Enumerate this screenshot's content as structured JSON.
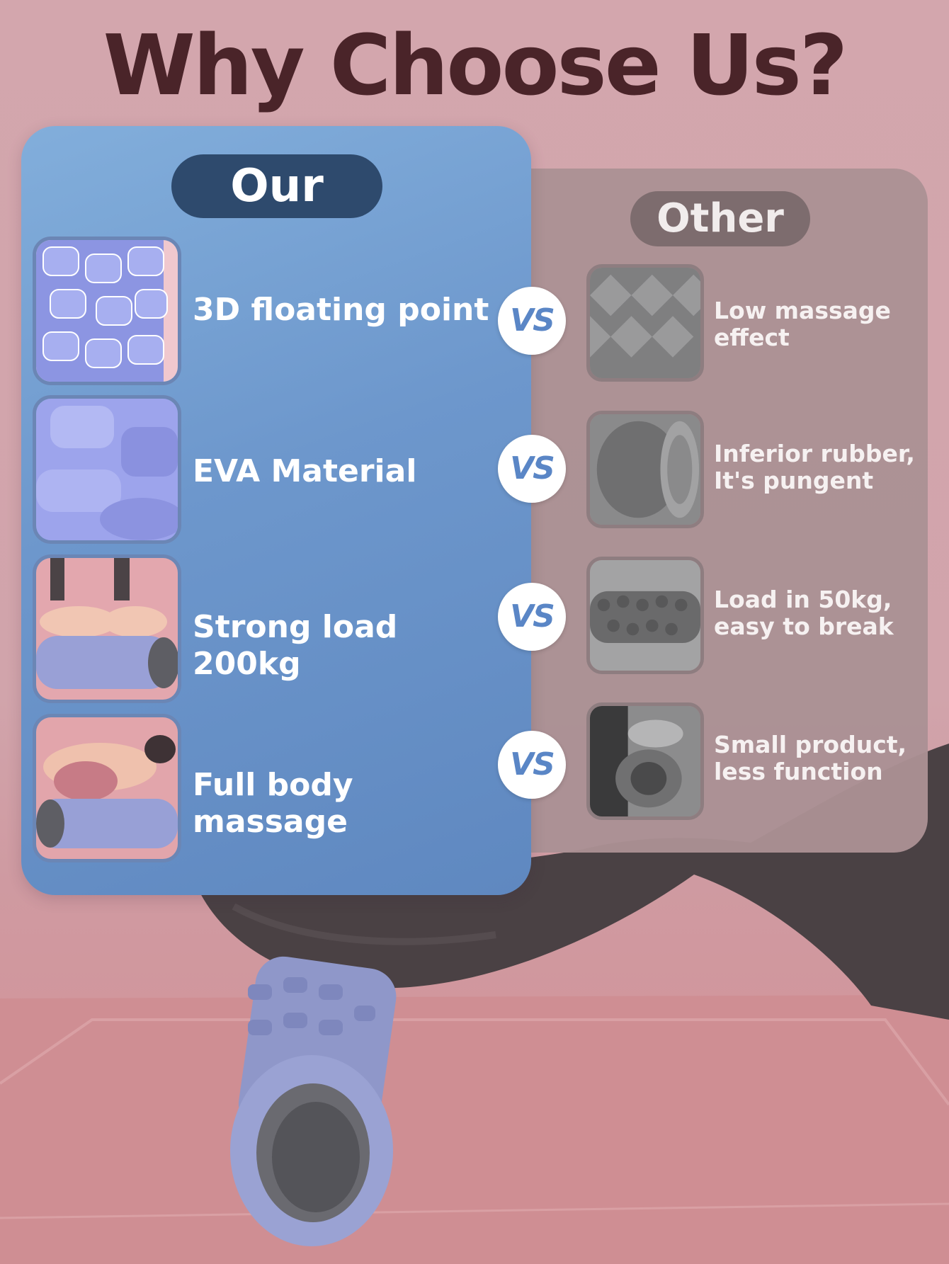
{
  "title": "Why Choose Us?",
  "our": {
    "heading": "Our",
    "items": [
      {
        "label": "3D floating point"
      },
      {
        "label": "EVA Material"
      },
      {
        "label": "Strong load 200kg"
      },
      {
        "label": "Full body massage"
      }
    ]
  },
  "other": {
    "heading": "Other",
    "items": [
      {
        "line1": "Low massage",
        "line2": "effect"
      },
      {
        "line1": "Inferior rubber,",
        "line2": "It's pungent"
      },
      {
        "line1": "Load in 50kg,",
        "line2": "easy to break"
      },
      {
        "line1": "Small product,",
        "line2": "less function"
      }
    ]
  },
  "vs_label": "VS",
  "colors": {
    "title": "#4a2429",
    "our_panel": "#6d97cc",
    "our_pill": "#2e4a6d",
    "other_panel": "#ab9194",
    "other_pill": "#7d6c6e",
    "background": "#d3a6ad"
  }
}
